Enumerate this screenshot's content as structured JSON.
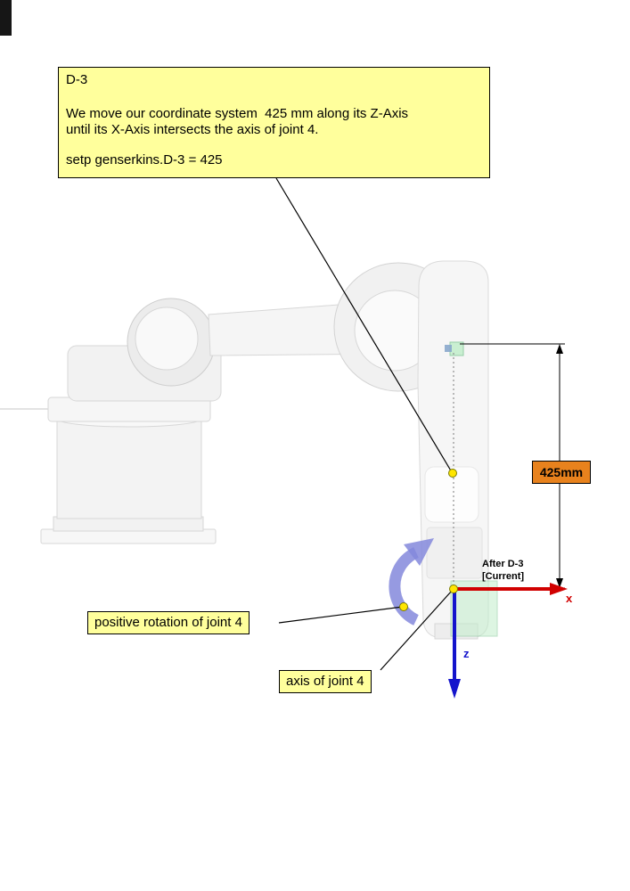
{
  "callout_d3": {
    "title": "D-3",
    "body_line1": "We move our coordinate system  425 mm along its Z-Axis",
    "body_line2": "until its X-Axis intersects the axis of joint 4.",
    "command": "setp genserkins.D-3 = 425"
  },
  "dimension": {
    "label": "425mm"
  },
  "annotations": {
    "positive_rotation_label": "positive rotation of joint 4",
    "axis_label": "axis of joint 4"
  },
  "frame": {
    "line1": "After D-3",
    "line2": "[Current]",
    "x_label": "x",
    "z_label": "z"
  },
  "colors": {
    "callout_bg": "#FFFF9C",
    "dimension_bg": "#E8821D",
    "x_axis": "#D10000",
    "z_axis": "#1414CC",
    "rotation_arrow": "#8488DC",
    "highlight_green": "#C2EECB",
    "dot_fill": "#FFE600"
  }
}
